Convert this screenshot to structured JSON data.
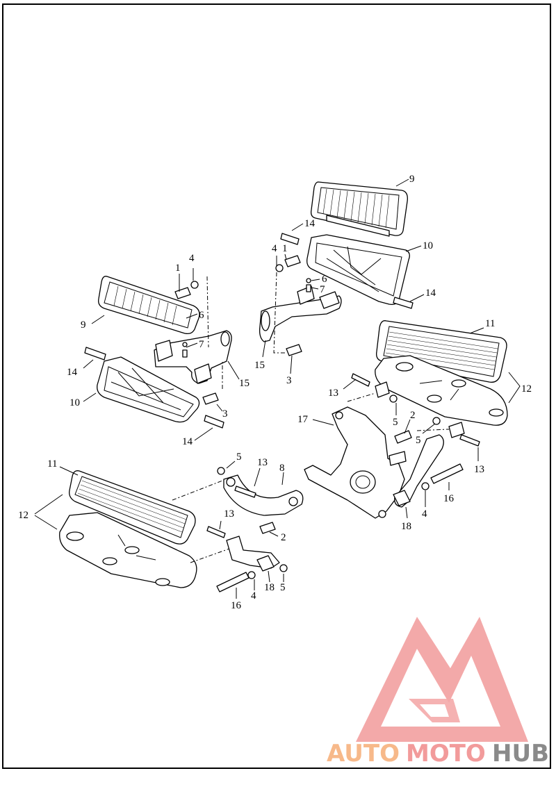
{
  "diagram": {
    "callouts": [
      {
        "id": "c-9a",
        "text": "9"
      },
      {
        "id": "c-14a",
        "text": "14"
      },
      {
        "id": "c-4a",
        "text": "4"
      },
      {
        "id": "c-1a",
        "text": "1"
      },
      {
        "id": "c-10a",
        "text": "10"
      },
      {
        "id": "c-6a",
        "text": "6"
      },
      {
        "id": "c-7a",
        "text": "7"
      },
      {
        "id": "c-14b",
        "text": "14"
      },
      {
        "id": "c-15a",
        "text": "15"
      },
      {
        "id": "c-3a",
        "text": "3"
      },
      {
        "id": "c-1b",
        "text": "1"
      },
      {
        "id": "c-4b",
        "text": "4"
      },
      {
        "id": "c-9b",
        "text": "9"
      },
      {
        "id": "c-6b",
        "text": "6"
      },
      {
        "id": "c-7b",
        "text": "7"
      },
      {
        "id": "c-14c",
        "text": "14"
      },
      {
        "id": "c-10b",
        "text": "10"
      },
      {
        "id": "c-15b",
        "text": "15"
      },
      {
        "id": "c-3b",
        "text": "3"
      },
      {
        "id": "c-14d",
        "text": "14"
      },
      {
        "id": "c-11a",
        "text": "11"
      },
      {
        "id": "c-12a",
        "text": "12"
      },
      {
        "id": "c-13a",
        "text": "13"
      },
      {
        "id": "c-17",
        "text": "17"
      },
      {
        "id": "c-5a",
        "text": "5"
      },
      {
        "id": "c-2a",
        "text": "2"
      },
      {
        "id": "c-5b",
        "text": "5"
      },
      {
        "id": "c-13b",
        "text": "13"
      },
      {
        "id": "c-16a",
        "text": "16"
      },
      {
        "id": "c-4c",
        "text": "4"
      },
      {
        "id": "c-18a",
        "text": "18"
      },
      {
        "id": "c-11b",
        "text": "11"
      },
      {
        "id": "c-12b",
        "text": "12"
      },
      {
        "id": "c-5c",
        "text": "5"
      },
      {
        "id": "c-13c",
        "text": "13"
      },
      {
        "id": "c-8",
        "text": "8"
      },
      {
        "id": "c-13d",
        "text": "13"
      },
      {
        "id": "c-2b",
        "text": "2"
      },
      {
        "id": "c-16b",
        "text": "16"
      },
      {
        "id": "c-4d",
        "text": "4"
      },
      {
        "id": "c-18b",
        "text": "18"
      },
      {
        "id": "c-5d",
        "text": "5"
      }
    ]
  },
  "watermark": {
    "word_part_1": "AUTO",
    "word_part_2": "MOTO",
    "word_part_3": "HUB",
    "color_1": "#f7b98a",
    "color_2": "#f29b9b",
    "color_3": "#8a8a8a",
    "mark_color": "#f29b9b"
  }
}
